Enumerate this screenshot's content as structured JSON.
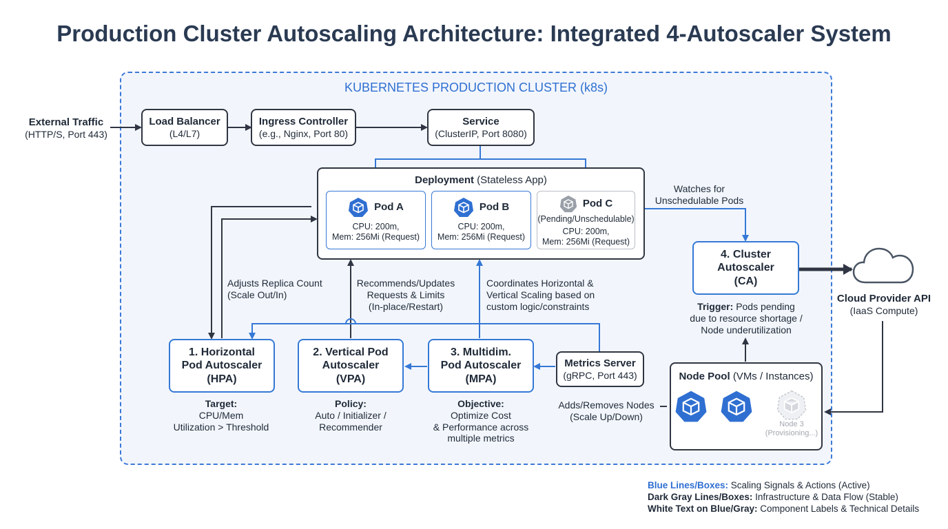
{
  "title": "Production Cluster Autoscaling Architecture: Integrated 4-Autoscaler System",
  "cluster_label": "KUBERNETES PRODUCTION CLUSTER (k8s)",
  "external": {
    "title": "External Traffic",
    "sub": "(HTTP/S, Port 443)"
  },
  "load_balancer": {
    "title": "Load Balancer",
    "sub": "(L4/L7)"
  },
  "ingress": {
    "title": "Ingress Controller",
    "sub": "(e.g., Nginx, Port 80)"
  },
  "service": {
    "title": "Service",
    "sub": "(ClusterIP, Port 8080)"
  },
  "deployment": {
    "title": "Deployment",
    "sub": "(Stateless App)"
  },
  "pods": [
    {
      "name": "Pod A",
      "status": "",
      "cpu": "CPU: 200m,",
      "mem": "Mem: 256Mi (Request)"
    },
    {
      "name": "Pod B",
      "status": "",
      "cpu": "CPU: 200m,",
      "mem": "Mem: 256Mi (Request)"
    },
    {
      "name": "Pod C",
      "status": "(Pending/Unschedulable)",
      "cpu": "CPU: 200m,",
      "mem": "Mem: 256Mi (Request)"
    }
  ],
  "hpa": {
    "l1": "1. Horizontal",
    "l2": "Pod Autoscaler",
    "l3": "(HPA)",
    "caption_key": "Target:",
    "caption_1": "CPU/Mem",
    "caption_2": "Utilization > Threshold"
  },
  "vpa": {
    "l1": "2. Vertical Pod",
    "l2": "Autoscaler",
    "l3": "(VPA)",
    "caption_key": "Policy:",
    "caption_1": "Auto / Initializer /",
    "caption_2": "Recommender"
  },
  "mpa": {
    "l1": "3. Multidim.",
    "l2": "Pod Autoscaler",
    "l3": "(MPA)",
    "caption_key": "Objective:",
    "caption_1": "Optimize Cost",
    "caption_2": "& Performance across",
    "caption_3": "multiple metrics"
  },
  "metrics": {
    "title": "Metrics Server",
    "sub": "(gRPC, Port 443)"
  },
  "ca": {
    "l1": "4. Cluster",
    "l2": "Autoscaler",
    "l3": "(CA)",
    "trigger_key": "Trigger:",
    "trigger_1": "Pods pending",
    "trigger_2": "due to resource shortage /",
    "trigger_3": "Node underutilization"
  },
  "node_pool": {
    "title": "Node Pool",
    "sub": "(VMs / Instances)",
    "node3_l1": "Node 3",
    "node3_l2": "(Provisioning...)"
  },
  "cloud": {
    "title": "Cloud Provider API",
    "sub": "(IaaS Compute)"
  },
  "labels": {
    "adjusts_1": "Adjusts Replica Count",
    "adjusts_2": "(Scale Out/In)",
    "recommends_1": "Recommends/Updates",
    "recommends_2": "Requests & Limits",
    "recommends_3": "(In-place/Restart)",
    "coordinates_1": "Coordinates Horizontal &",
    "coordinates_2": "Vertical Scaling based on",
    "coordinates_3": "custom logic/constraints",
    "watches_1": "Watches for",
    "watches_2": "Unschedulable Pods",
    "adds_1": "Adds/Removes Nodes",
    "adds_2": "(Scale Up/Down)"
  },
  "legend": [
    {
      "key": "Blue Lines/Boxes:",
      "text": "Scaling Signals & Actions (Active)",
      "color": "#2f6fd1"
    },
    {
      "key": "Dark Gray Lines/Boxes:",
      "text": "Infrastructure & Data Flow (Stable)",
      "color": "#1f2937"
    },
    {
      "key": "White Text on Blue/Gray:",
      "text": "Component Labels & Technical Details",
      "color": "#1f2937"
    }
  ],
  "colors": {
    "blue": "#3578d6",
    "dark": "#2f3542",
    "pod_icon": "#2f6fd1",
    "cluster_bg": "#f2f6fc"
  }
}
